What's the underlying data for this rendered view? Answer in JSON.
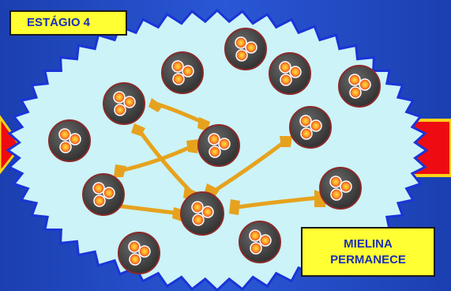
{
  "stage_label": "ESTÁGIO 4",
  "myelin_label": {
    "line1": "MIELINA",
    "line2": "PERMANECE"
  },
  "colors": {
    "background": "#2a57d6",
    "region_fill": "#ccf3f7",
    "region_border": "#1a34d8",
    "cell_body": "#4a4a4a",
    "nucleus_core": "#ffd21a",
    "nucleus_edge": "#e0521a",
    "connection": "#e6a21e",
    "label_fill": "#ffff33",
    "label_text": "#1a2fb8",
    "side_box_fill": "#ee0c12",
    "side_box_border": "#ffd21a"
  }
}
